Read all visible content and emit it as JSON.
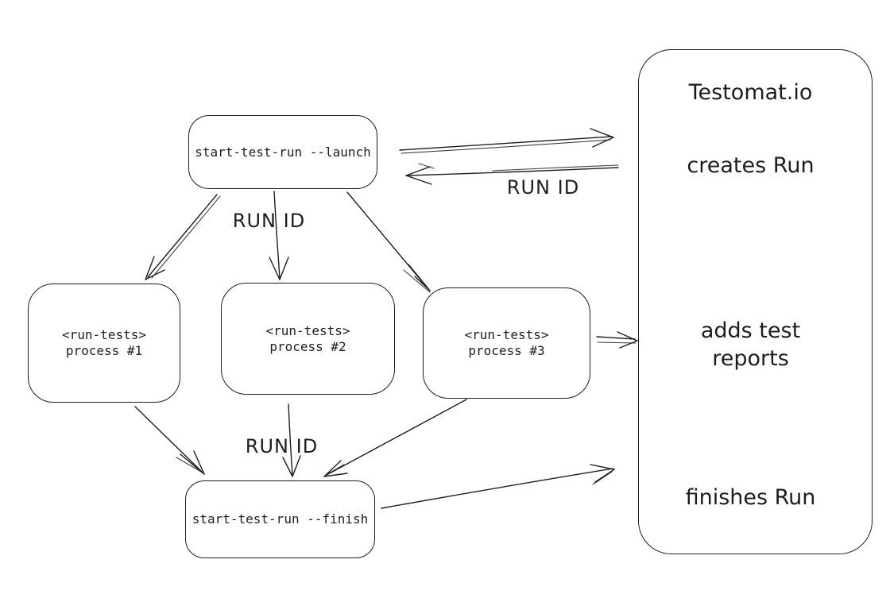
{
  "diagram": {
    "background_color": "#ffffff",
    "stroke_color": "#1e1e1e",
    "nodes": {
      "launch": {
        "label": "start-test-run --launch"
      },
      "process1": {
        "label": "<run-tests>\nprocess #1"
      },
      "process2": {
        "label": "<run-tests>\nprocess #2"
      },
      "process3": {
        "label": "<run-tests>\nprocess #3"
      },
      "finish": {
        "label": "start-test-run --finish"
      },
      "testomat": {
        "title": "Testomat.io",
        "step_creates": "creates Run",
        "step_adds": "adds test\nreports",
        "step_finishes": "finishes Run"
      }
    },
    "edge_labels": {
      "testomat_to_launch": "RUN ID",
      "launch_to_processes": "RUN ID",
      "processes_to_finish": "RUN ID"
    }
  }
}
